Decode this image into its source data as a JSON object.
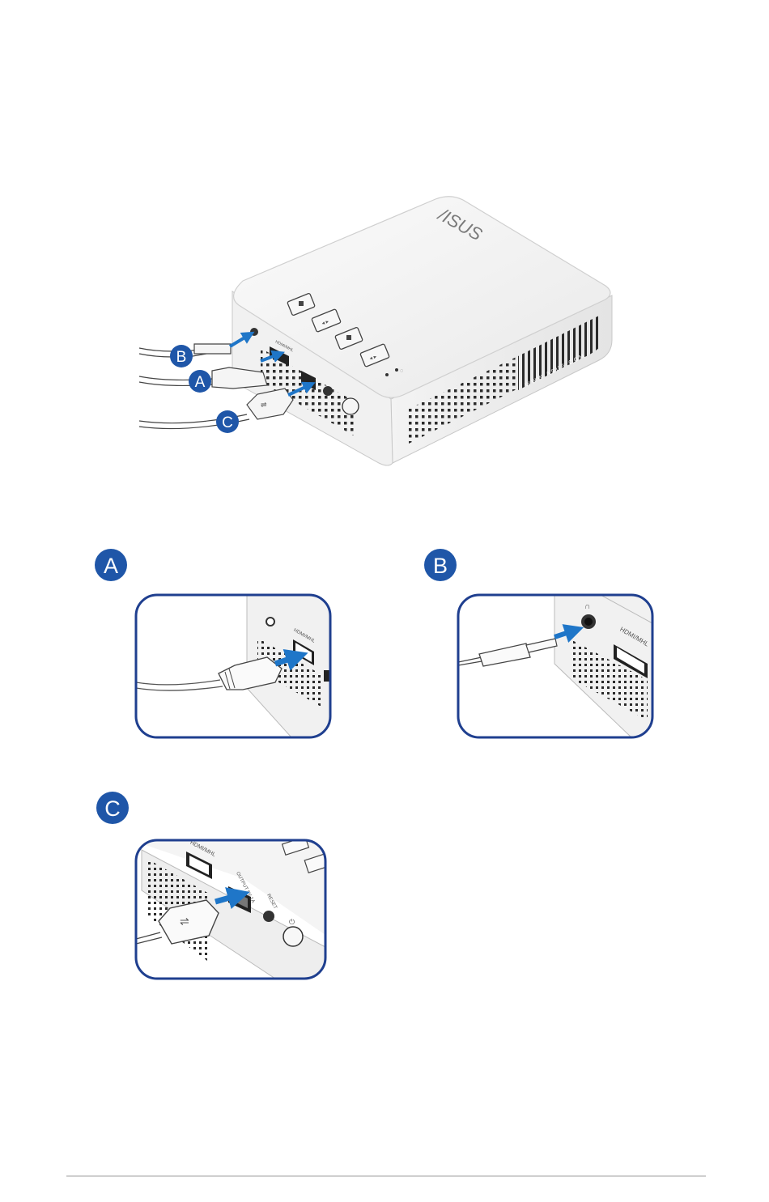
{
  "device": {
    "brand": "/ISUS",
    "website": "WWW.ASUS.COM",
    "port_labels": {
      "hdmi": "HDMI/MHL",
      "output": "OUTPUT 5V 1A",
      "reset": "RESET"
    }
  },
  "callouts": {
    "a": "A",
    "b": "B",
    "c": "C"
  },
  "colors": {
    "callout_fill": "#1f56a8",
    "arrow": "#1f76c8",
    "panel_border": "#1f3f8f"
  }
}
